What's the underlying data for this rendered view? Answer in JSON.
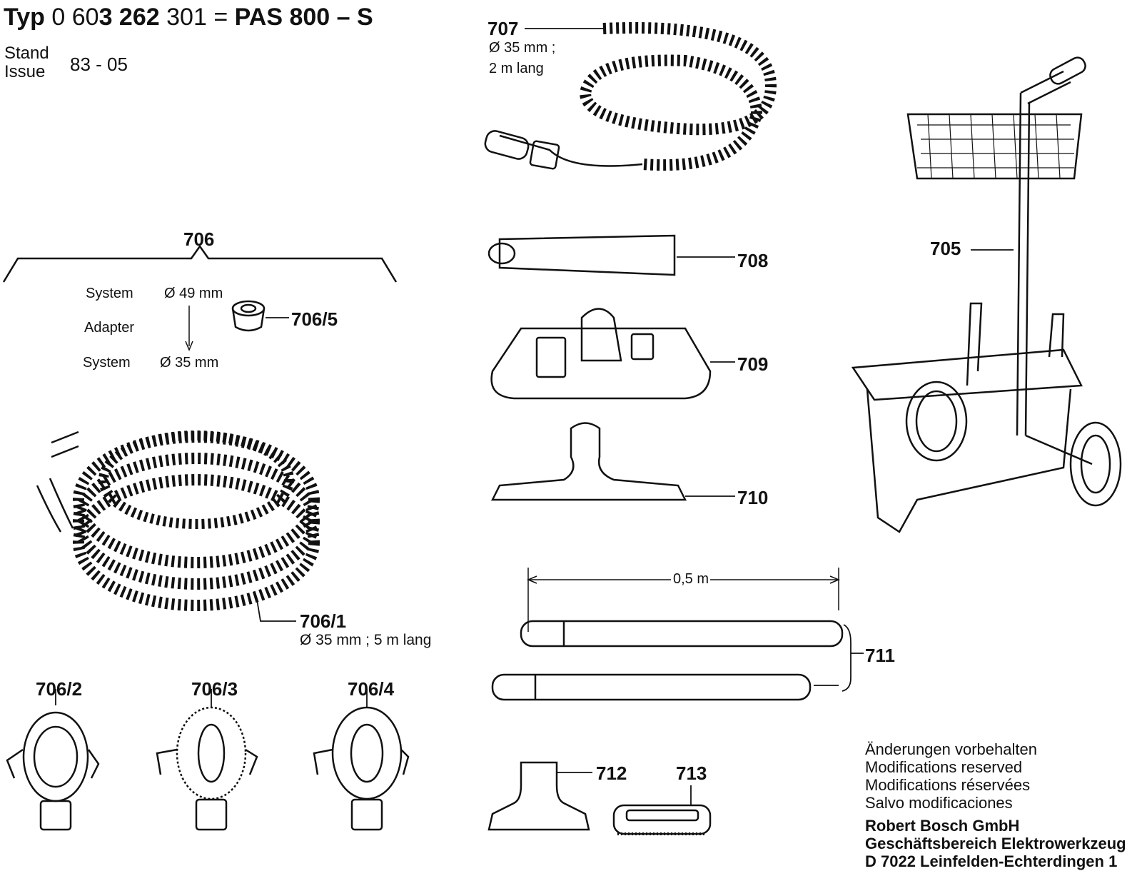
{
  "header": {
    "typ_prefix": "Typ",
    "typ_num_a": "0 60",
    "typ_num_b": "3 262",
    "typ_num_c": "301",
    "equals": "=",
    "model": "PAS 800 – S",
    "stand_de": "Stand",
    "stand_en": "Issue",
    "stand_value": "83 - 05"
  },
  "parts": {
    "p705": "705",
    "p706": "706",
    "p706_1": "706/1",
    "p706_1_spec": "Ø 35 mm ; 5 m lang",
    "p706_2": "706/2",
    "p706_3": "706/3",
    "p706_4": "706/4",
    "p706_5": "706/5",
    "p707": "707",
    "p707_spec1": "Ø 35 mm ;",
    "p707_spec2": "2 m lang",
    "p708": "708",
    "p709": "709",
    "p710": "710",
    "p711": "711",
    "p711_length": "0,5 m",
    "p712": "712",
    "p713": "713"
  },
  "adapter": {
    "system_top": "System",
    "dia_top": "Ø 49 mm",
    "adapter": "Adapter",
    "system_bottom": "System",
    "dia_bottom": "Ø 35 mm"
  },
  "notes": [
    "Änderungen vorbehalten",
    "Modifications reserved",
    "Modifications réservées",
    "Salvo modificaciones"
  ],
  "company": {
    "name": "Robert Bosch GmbH",
    "division": "Geschäftsbereich Elektrowerkzeug",
    "address": "D 7022 Leinfelden-Echterdingen 1"
  }
}
